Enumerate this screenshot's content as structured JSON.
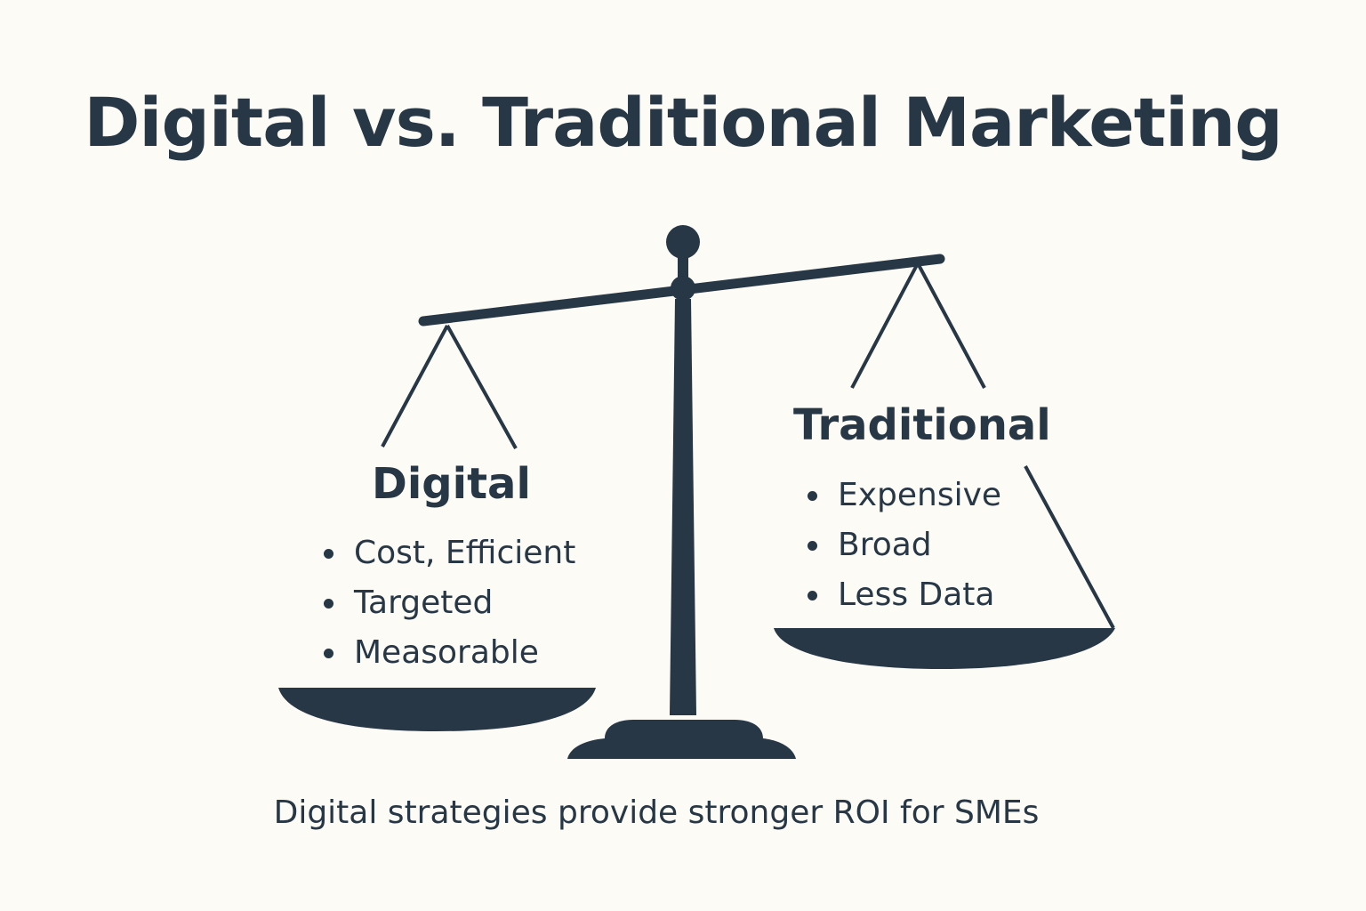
{
  "title": "Digital vs. Traditional Marketing",
  "left_pan": {
    "heading": "Digital",
    "items": [
      "Cost, Efficient",
      "Targeted",
      "Measorable"
    ]
  },
  "right_pan": {
    "heading": "Traditional",
    "items": [
      "Expensive",
      "Broad",
      "Less Data"
    ]
  },
  "footer": "Digital strategies provide stronger ROI for SMEs",
  "colors": {
    "ink": "#273746",
    "background": "#fcfbf6"
  },
  "icons": {
    "scale": "balance-scale-icon"
  }
}
